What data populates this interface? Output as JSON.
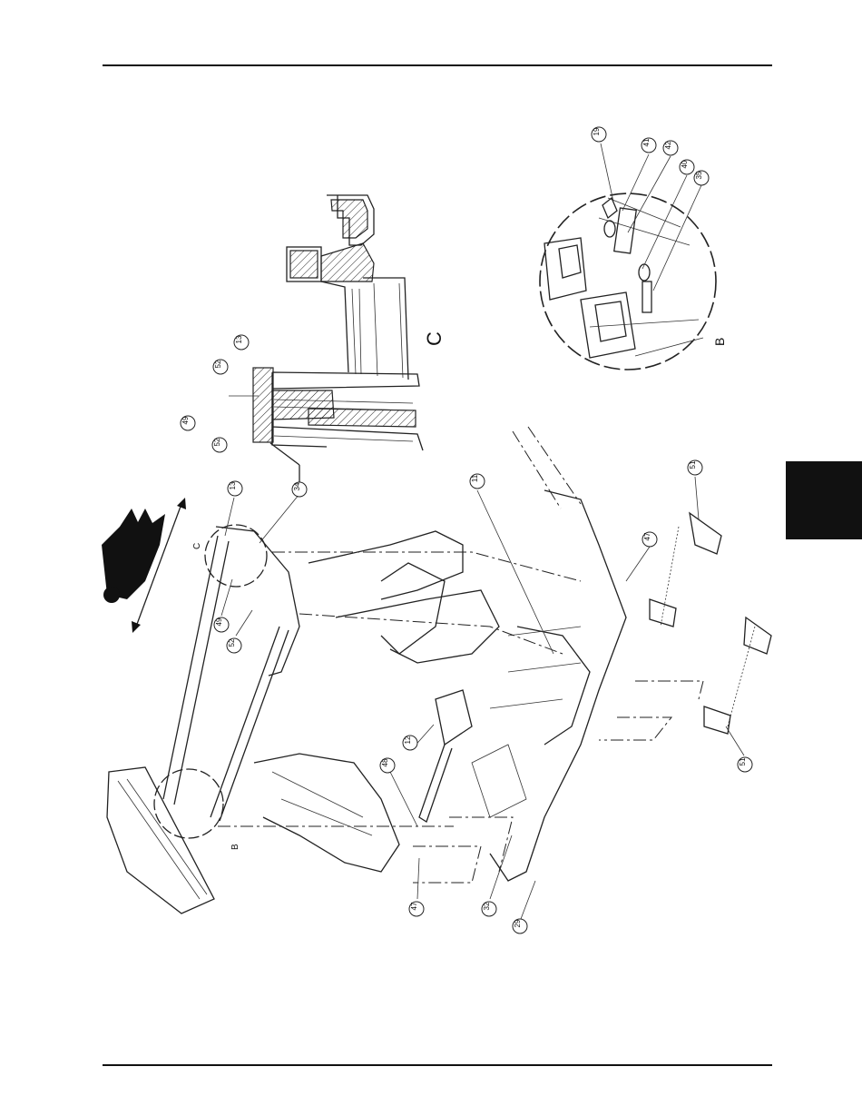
{
  "detail_labels": {
    "c": "C",
    "b": "B"
  },
  "main_labels": {
    "c": "C",
    "b": "B"
  },
  "callouts": [
    "19",
    "41",
    "42",
    "40",
    "35",
    "13",
    "52",
    "49",
    "52",
    "13",
    "34",
    "49",
    "52",
    "11",
    "51",
    "47",
    "51",
    "12",
    "48",
    "47",
    "32",
    "29"
  ],
  "colors": {
    "ink": "#111111",
    "tab": "#111111",
    "paper": "#ffffff"
  },
  "icons": [
    "hand-warning-icon",
    "double-arrow-icon"
  ]
}
